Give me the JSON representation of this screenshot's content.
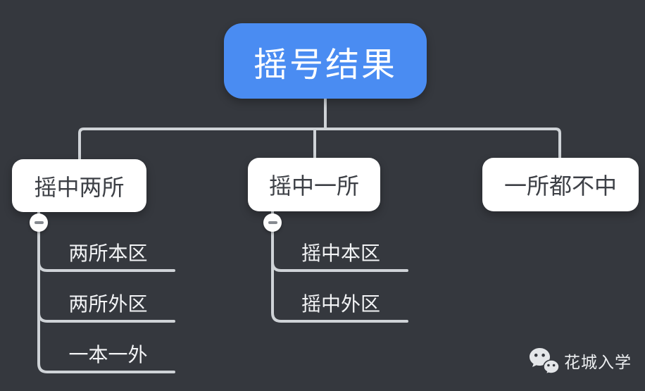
{
  "mindmap": {
    "root": {
      "label": "摇号结果"
    },
    "branches": [
      {
        "label": "摇中两所",
        "collapse_icon": "minus-icon",
        "children": [
          {
            "label": "两所本区"
          },
          {
            "label": "两所外区"
          },
          {
            "label": "一本一外"
          }
        ]
      },
      {
        "label": "摇中一所",
        "collapse_icon": "minus-icon",
        "children": [
          {
            "label": "摇中本区"
          },
          {
            "label": "摇中外区"
          }
        ]
      },
      {
        "label": "一所都不中",
        "children": []
      }
    ]
  },
  "watermark": {
    "icon": "wechat-icon",
    "label": "花城入学"
  },
  "colors": {
    "background": "#35383e",
    "root_fill": "#4a8cf2",
    "root_text": "#ffffff",
    "node_fill": "#ffffff",
    "node_text": "#3d4046",
    "subtopic_text": "#f3f4f6",
    "connector": "#cfd3d7"
  }
}
